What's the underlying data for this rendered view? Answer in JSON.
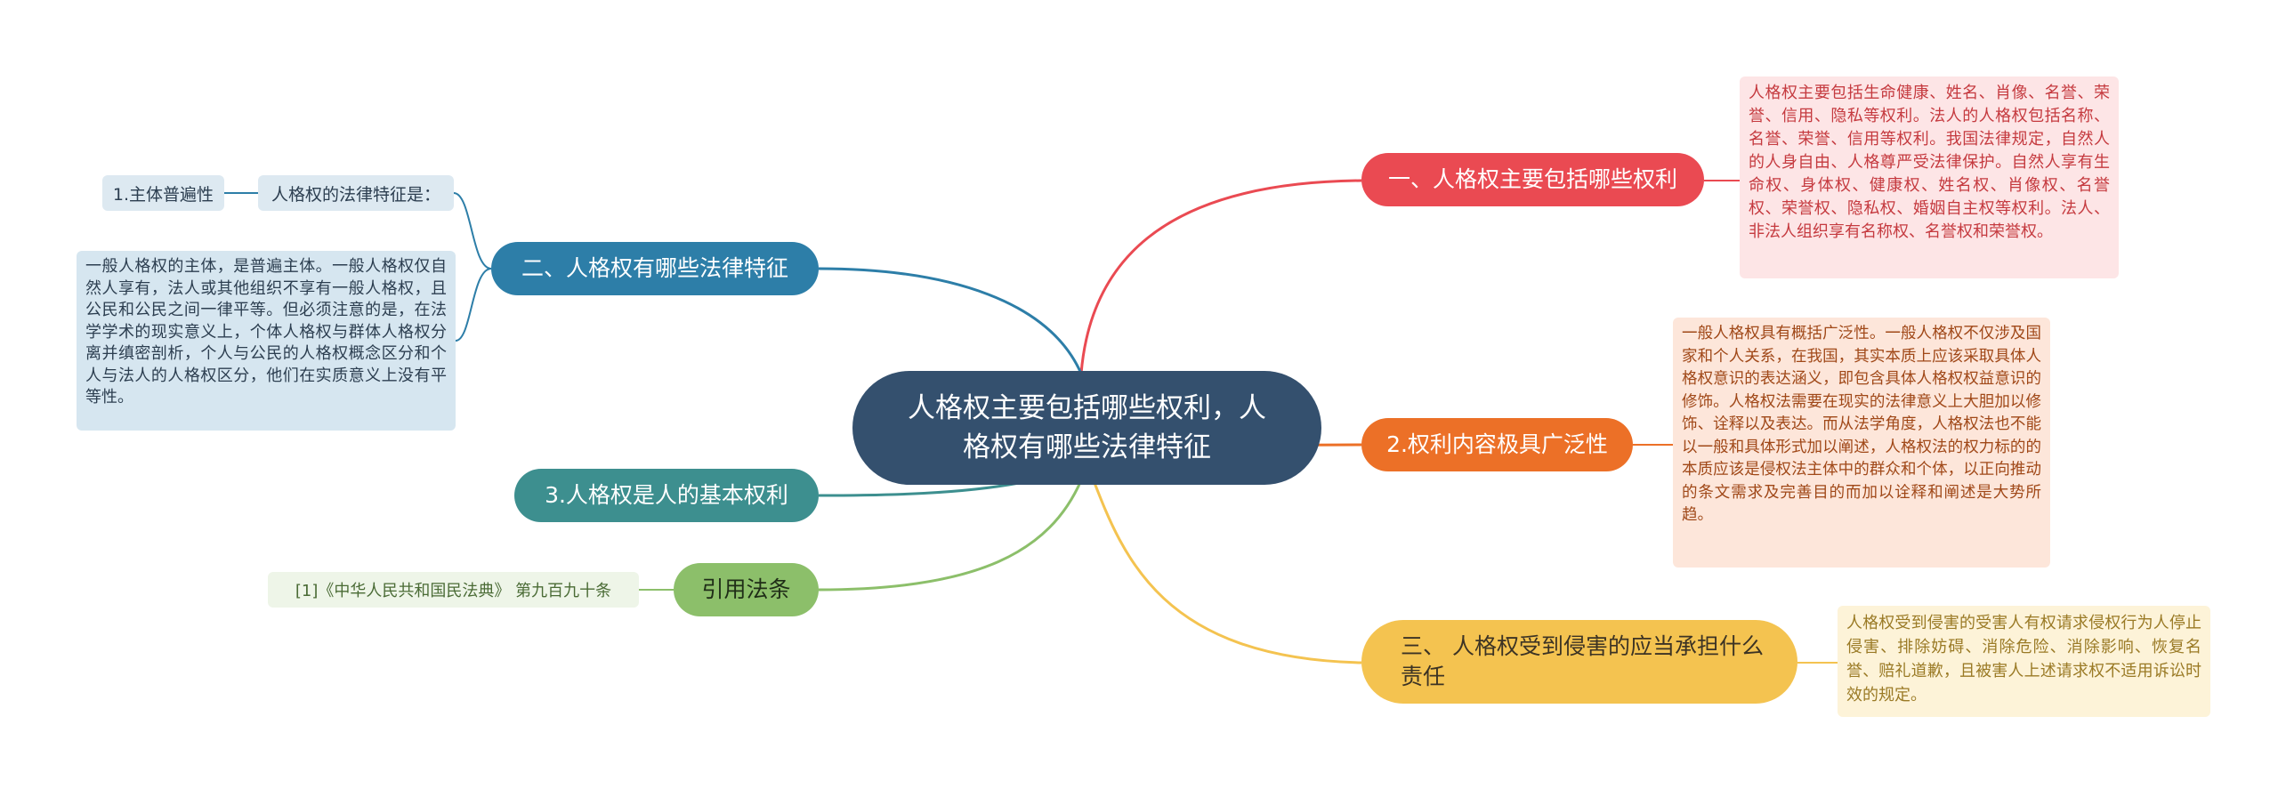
{
  "center": {
    "title": "人格权主要包括哪些权利，人格权有哪些法律特征"
  },
  "left": {
    "features": {
      "label": "二、人格权有哪些法律特征",
      "sub_label": "人格权的法律特征是：",
      "item1": "1.主体普遍性",
      "detail": "一般人格权的主体，是普遍主体。一般人格权仅自然人享有，法人或其他组织不享有一般人格权，且公民和公民之间一律平等。但必须注意的是，在法学学术的现实意义上，个体人格权与群体人格权分离并缜密剖析，个人与公民的人格权概念区分和个人与法人的人格权区分，他们在实质意义上没有平等性。"
    },
    "basic_right": {
      "label": "3.人格权是人的基本权利"
    },
    "citation": {
      "label": "引用法条",
      "ref": "[1]《中华人民共和国民法典》 第九百九十条"
    }
  },
  "right": {
    "rights": {
      "label": "一、人格权主要包括哪些权利",
      "detail": "人格权主要包括生命健康、姓名、肖像、名誉、荣誉、信用、隐私等权利。法人的人格权包括名称、名誉、荣誉、信用等权利。我国法律规定，自然人的人身自由、人格尊严受法律保护。自然人享有生命权、身体权、健康权、姓名权、肖像权、名誉权、荣誉权、隐私权、婚姻自主权等权利。法人、非法人组织享有名称权、名誉权和荣誉权。"
    },
    "broad": {
      "label": "2.权利内容极具广泛性",
      "detail": "一般人格权具有概括广泛性。一般人格权不仅涉及国家和个人关系，在我国，其实本质上应该采取具体人格权意识的表达涵义，即包含具体人格权权益意识的修饰。人格权法需要在现实的法律意义上大胆加以修饰、诠释以及表达。而从法学角度，人格权法也不能以一般和具体形式加以阐述，人格权法的权力标的的本质应该是侵权法主体中的群众和个体，以正向推动的条文需求及完善目的而加以诠释和阐述是大势所趋。"
    },
    "liability": {
      "label": "三、 人格权受到侵害的应当承担什么责任",
      "detail": "人格权受到侵害的受害人有权请求侵权行为人停止侵害、排除妨碍、消除危险、消除影响、恢复名誉、赔礼道歉，且被害人上述请求权不适用诉讼时效的规定。"
    }
  },
  "colors": {
    "center": "#34506e",
    "red": "#ea4a52",
    "orange": "#ec7027",
    "yellow": "#f4c350",
    "blue": "#2d7ea8",
    "teal": "#3d8f8f",
    "green": "#8cbf6a"
  }
}
